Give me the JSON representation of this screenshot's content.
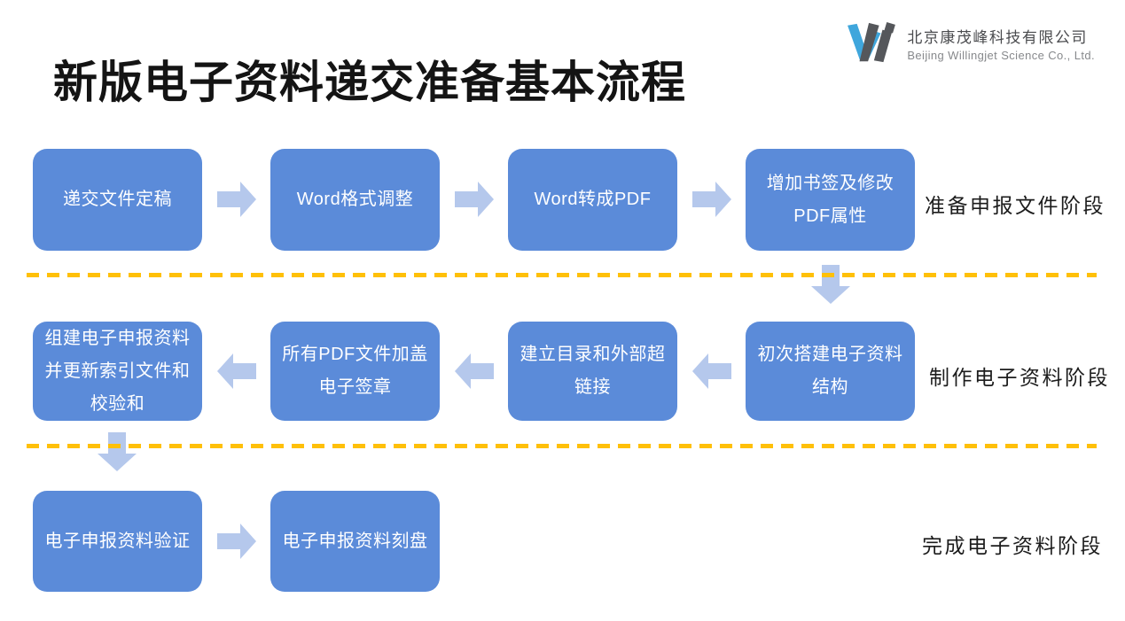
{
  "slide": {
    "title": "新版电子资料递交准备基本流程",
    "logo": {
      "company_cn": "北京康茂峰科技有限公司",
      "company_en": "Beijing Willingjet Science Co., Ltd."
    },
    "colors": {
      "box_blue": "#5B8BD9",
      "arrow_light_blue": "#B5C8EC",
      "dash_yellow": "#FFC008",
      "logo_blue": "#3FA6DC",
      "logo_gray": "#55575B",
      "title_black": "#141414"
    },
    "icons": {
      "right_arrow": "block-arrow-right",
      "left_arrow": "block-arrow-left",
      "down_arrow": "block-arrow-down",
      "logo": "willingjet-w-mark"
    }
  },
  "flow": {
    "row1": {
      "stage_label": "准备申报文件阶段",
      "boxes": [
        "递交文件定稿",
        "Word格式调整",
        "Word转成PDF",
        "增加书签及修改\nPDF属性"
      ]
    },
    "row2": {
      "stage_label": "制作电子资料阶段",
      "boxes": [
        "初次搭建电子资料\n结构",
        "建立目录和外部超\n链接",
        "所有PDF文件加盖\n电子签章",
        "组建电子申报资料\n并更新索引文件和\n校验和"
      ]
    },
    "row3": {
      "stage_label": "完成电子资料阶段",
      "boxes": [
        "电子申报资料验证",
        "电子申报资料刻盘"
      ]
    }
  }
}
